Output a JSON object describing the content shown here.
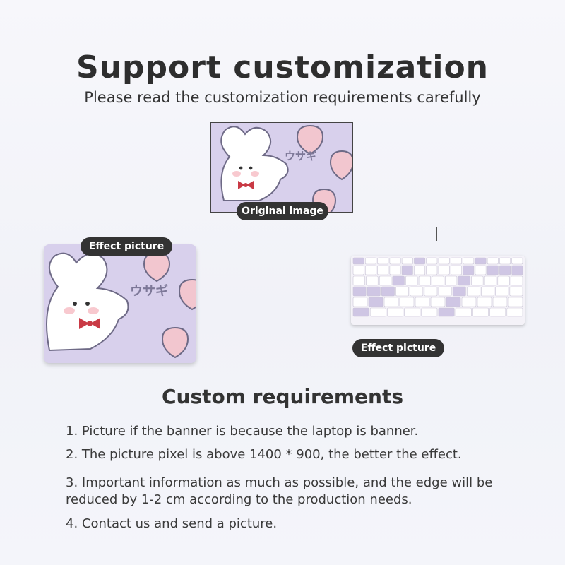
{
  "header": {
    "title": "Support customization",
    "subtitle": "Please read the customization requirements carefully"
  },
  "artwork": {
    "text": "ウサギ",
    "colors": {
      "background": "#d8d0ec",
      "bow": "#c93a45",
      "outline": "#6e6a86",
      "strawberry": "#f2c6cf"
    }
  },
  "labels": {
    "original": "Original image",
    "effect_laptop": "Effect picture",
    "effect_keyboard": "Effect picture"
  },
  "requirements": {
    "title": "Custom requirements",
    "items": [
      "1. Picture if the banner is because the laptop is banner.",
      "2. The picture pixel is above 1400 * 900, the better the effect.",
      "3. Important information as much as possible, and the edge will be reduced by 1-2 cm according to the production needs.",
      "4. Contact us and send a picture."
    ]
  }
}
